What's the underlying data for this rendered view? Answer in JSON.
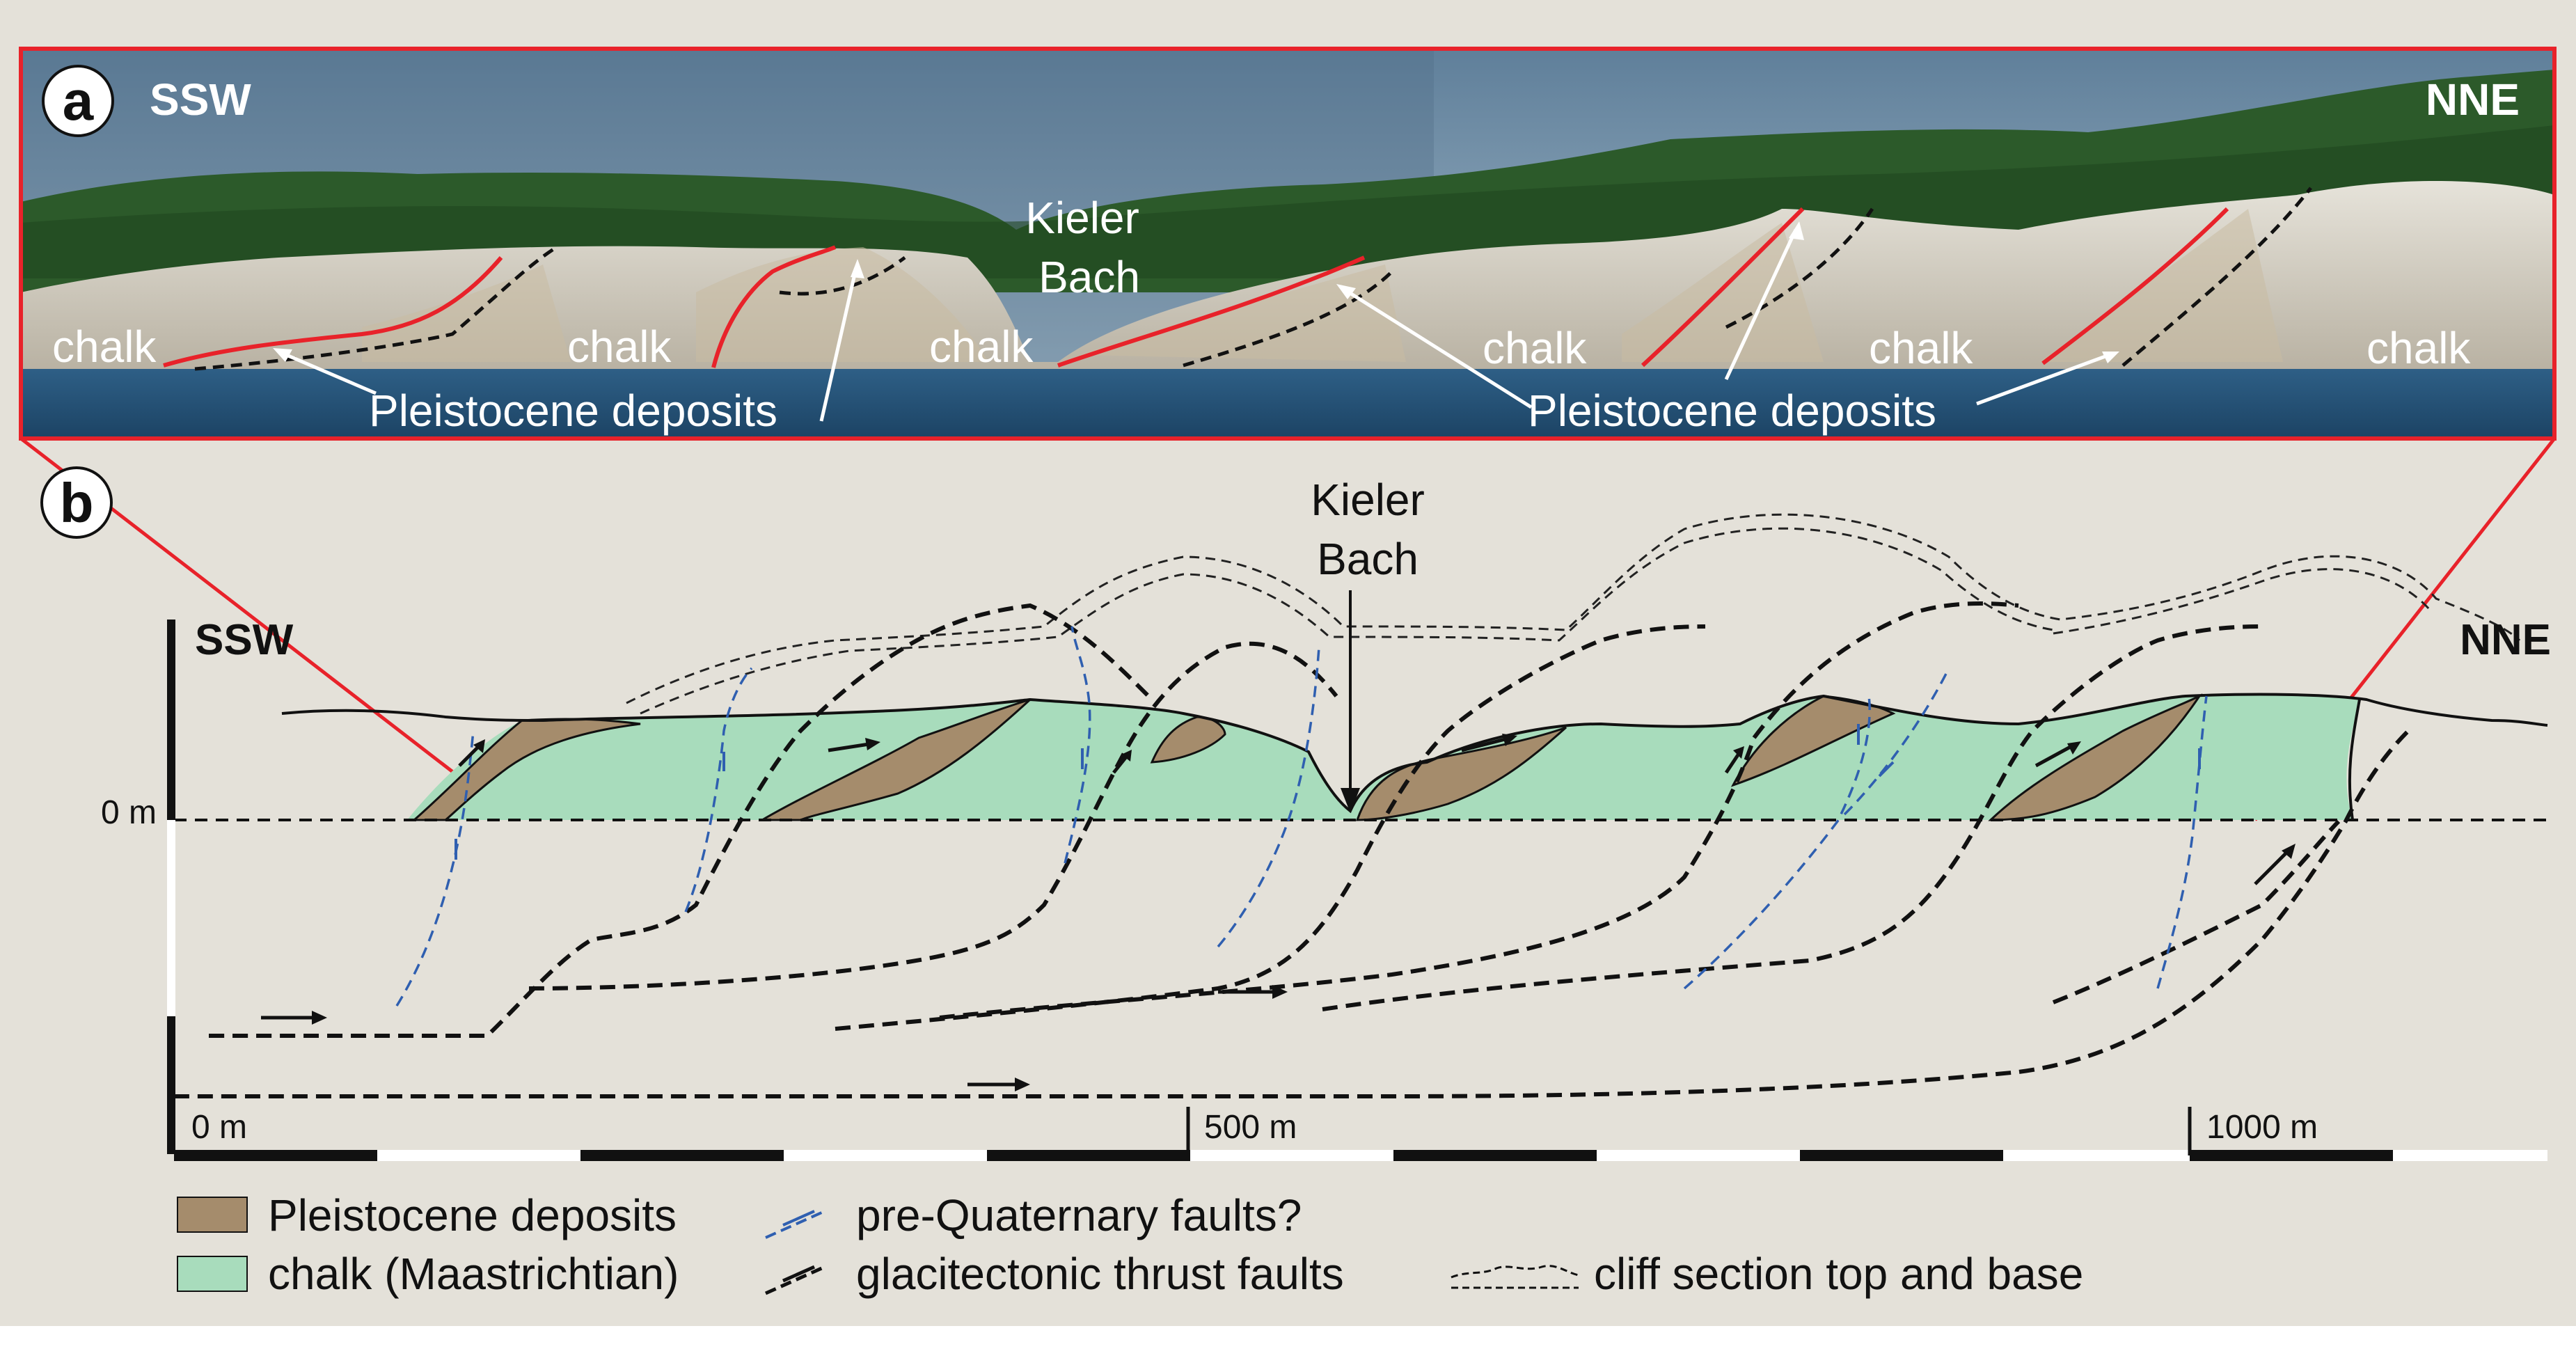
{
  "panel_a": {
    "letter": "a",
    "left_direction": "SSW",
    "right_direction": "NNE",
    "labels": {
      "chalk_1": "chalk",
      "chalk_2": "chalk",
      "chalk_3": "chalk",
      "chalk_4": "chalk",
      "chalk_5": "chalk",
      "chalk_6": "chalk",
      "kieler_1": "Kieler",
      "kieler_2": "Bach",
      "pleistocene_left": "Pleistocene deposits",
      "pleistocene_right": "Pleistocene deposits"
    }
  },
  "panel_b": {
    "letter": "b",
    "left_direction": "SSW",
    "right_direction": "NNE",
    "kieler_1": "Kieler",
    "kieler_2": "Bach",
    "datum_label": "0 m",
    "scale": {
      "tick_0": "0 m",
      "tick_500": "500 m",
      "tick_1000": "1000 m"
    }
  },
  "legend": {
    "pleistocene": "Pleistocene deposits",
    "chalk": "chalk (Maastrichtian)",
    "prequaternary": "pre-Quaternary faults?",
    "thrust": "glacitectonic thrust faults",
    "cliff": "cliff section top and base"
  },
  "colors": {
    "pleistocene": "#a58c6c",
    "chalk": "#a8dcbc",
    "background": "#e4e1d9",
    "red_frame": "#e8222a",
    "blue_fault": "#2f5fb0"
  }
}
